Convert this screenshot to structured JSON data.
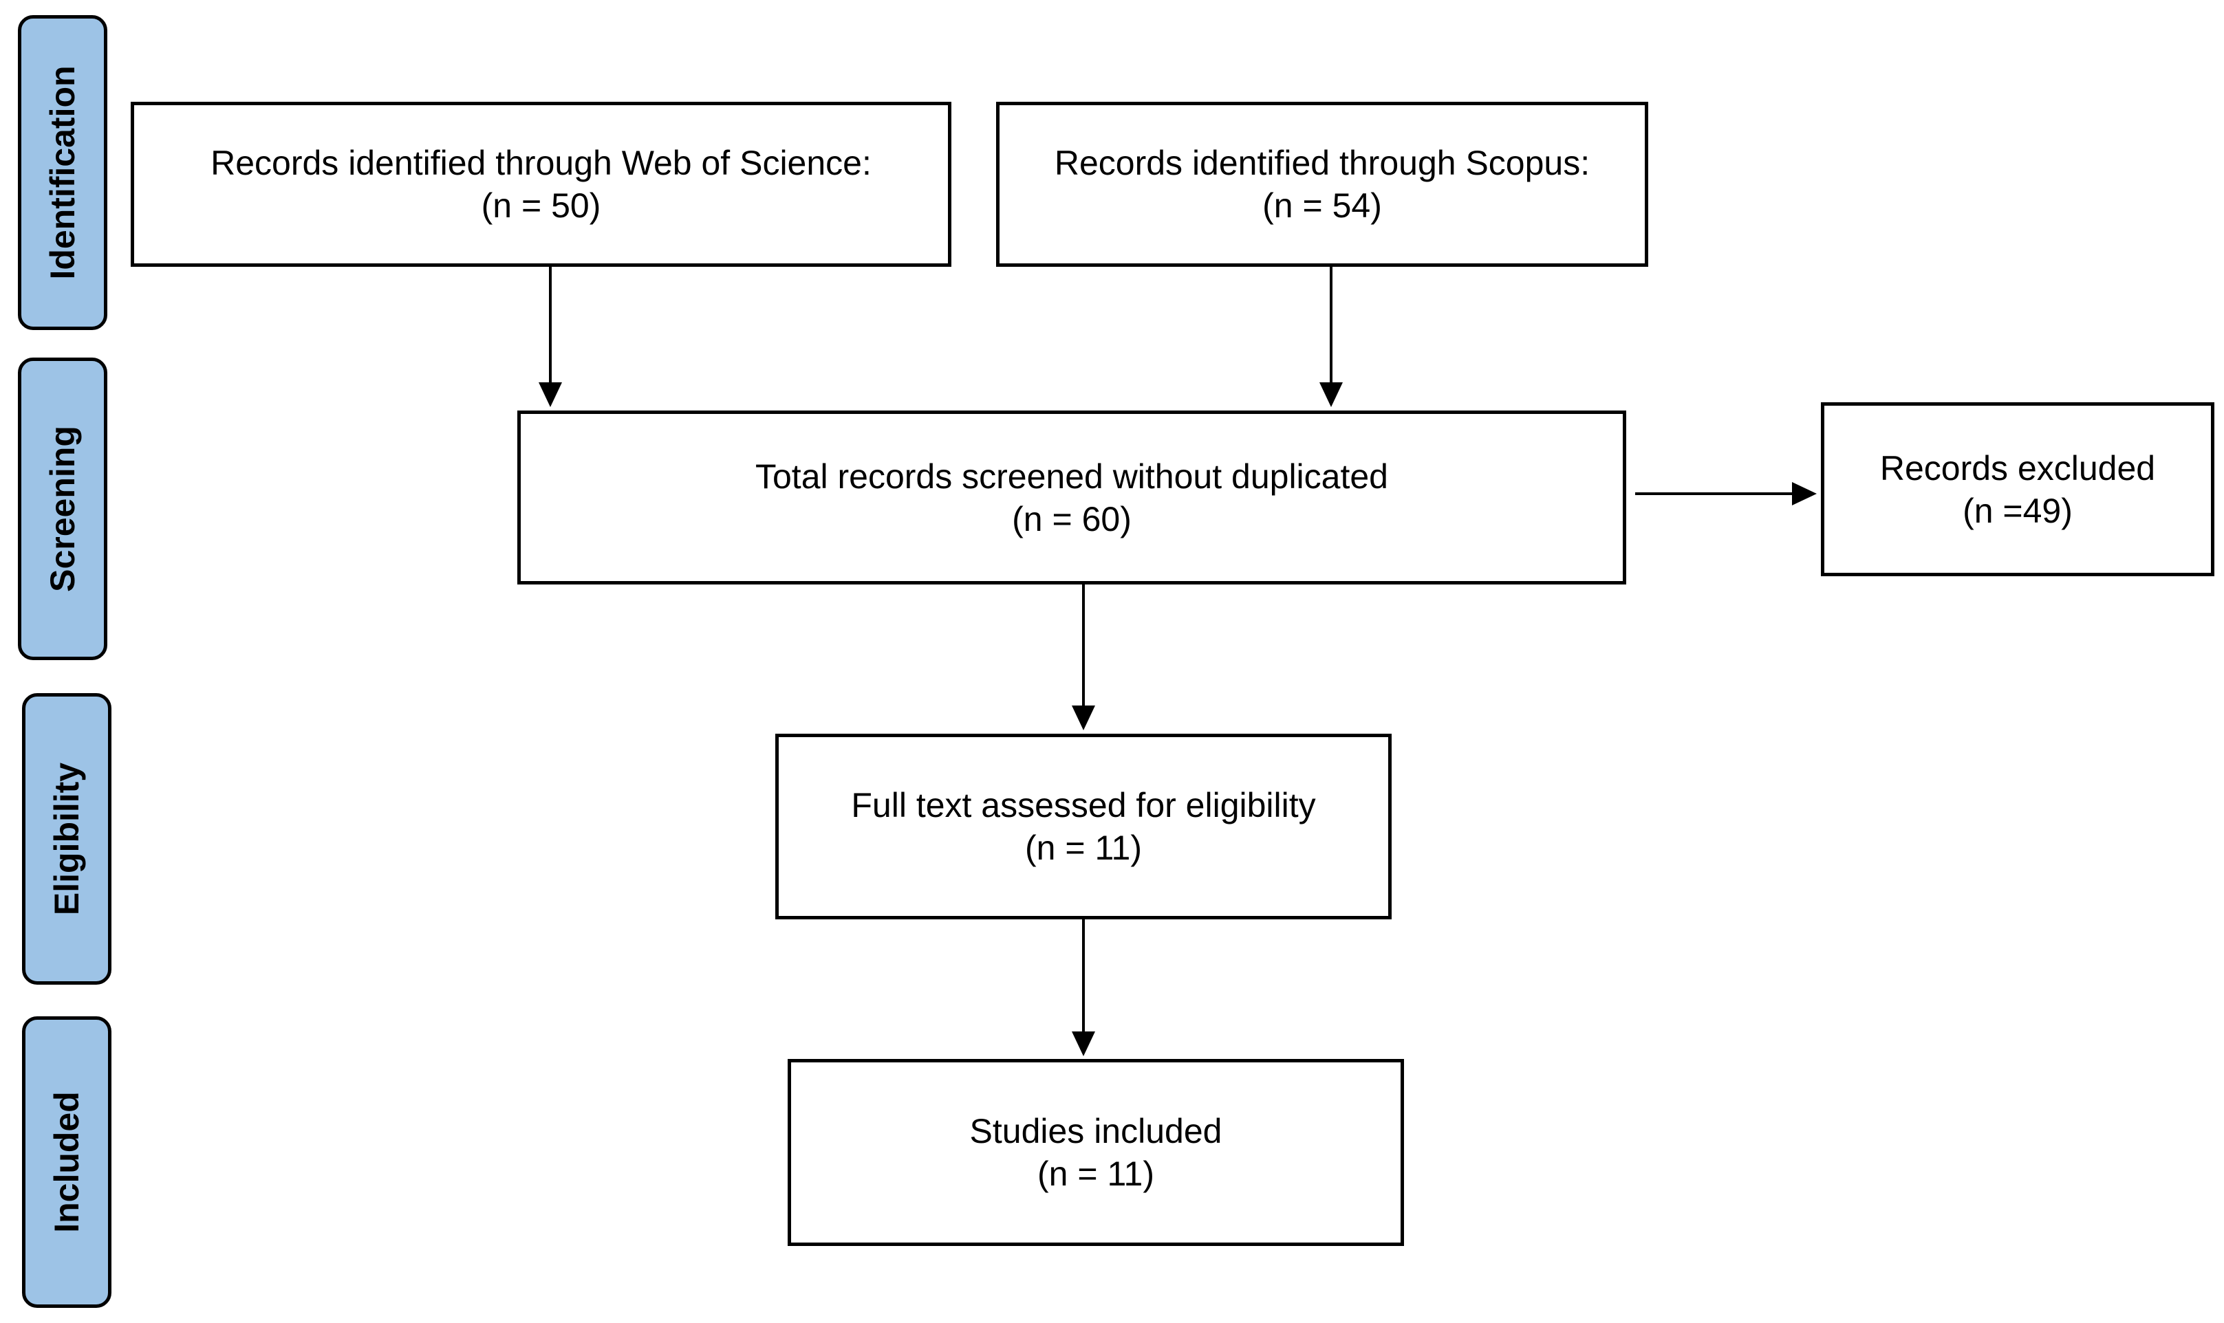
{
  "phases": {
    "identification": "Identification",
    "screening": "Screening",
    "eligibility": "Eligibility",
    "included": "Included"
  },
  "boxes": {
    "wos": {
      "title": "Records identified through Web of Science:",
      "count": "(n = 50)"
    },
    "scopus": {
      "title": "Records identified through Scopus:",
      "count": "(n = 54)"
    },
    "screened": {
      "title": "Total records screened without duplicated",
      "count": "(n = 60)"
    },
    "excluded": {
      "title": "Records excluded",
      "count": "(n =49)"
    },
    "fulltext": {
      "title": "Full text assessed for eligibility",
      "count": "(n = 11)"
    },
    "included": {
      "title": "Studies included",
      "count": "(n = 11)"
    }
  },
  "colors": {
    "phase_fill": "#9dc3e6",
    "stroke": "#000000",
    "box_fill": "#ffffff"
  }
}
